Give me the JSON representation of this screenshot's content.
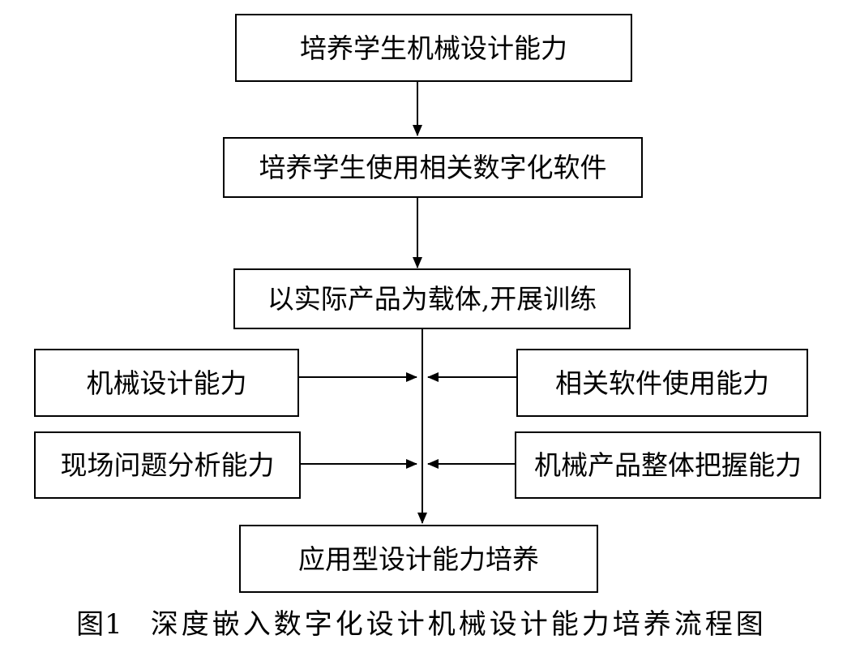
{
  "diagram": {
    "nodes": {
      "top": "培养学生机械设计能力",
      "software": "培养学生使用相关数字化软件",
      "training": "以实际产品为载体,开展训练",
      "left_1": "机械设计能力",
      "right_1": "相关软件使用能力",
      "left_2": "现场问题分析能力",
      "right_2": "机械产品整体把握能力",
      "result": "应用型设计能力培养"
    },
    "edges": [
      [
        "top",
        "software"
      ],
      [
        "software",
        "training"
      ],
      [
        "training",
        "result"
      ],
      [
        "left_1",
        "main-flow"
      ],
      [
        "right_1",
        "main-flow"
      ],
      [
        "left_2",
        "main-flow"
      ],
      [
        "right_2",
        "main-flow"
      ]
    ]
  },
  "caption": {
    "number": "图1",
    "text": "深度嵌入数字化设计机械设计能力培养流程图"
  }
}
